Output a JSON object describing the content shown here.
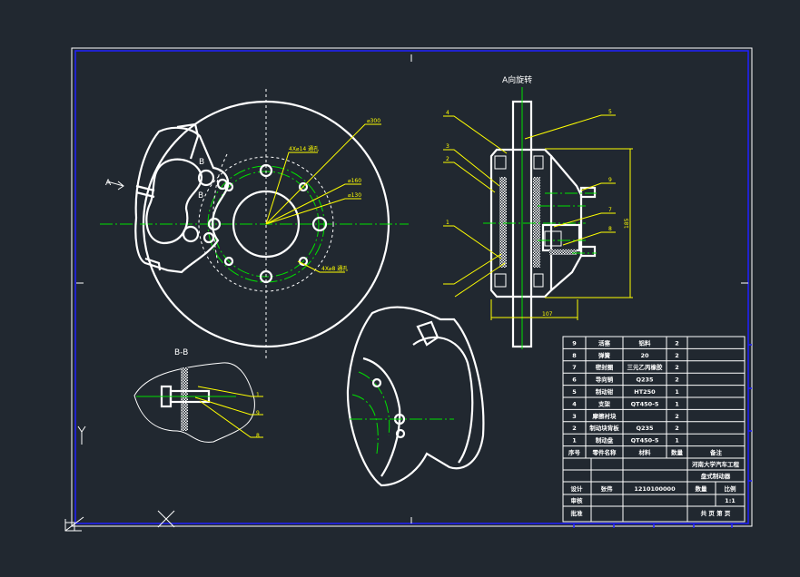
{
  "drawing": {
    "view_a_title": "A向旋转",
    "section_title": "B-B",
    "view_arrow_label": "A",
    "section_marks": [
      "B",
      "B"
    ],
    "disc_dims": {
      "outer": "⌀300",
      "bolt_holes": "4X⌀14 通孔",
      "pcd_160": "⌀160",
      "pcd_130": "⌀130",
      "small_holes": "4X⌀8 通孔"
    },
    "side_dims": {
      "height": "185",
      "width": "107"
    },
    "side_leaders": [
      "4",
      "3",
      "2",
      "1",
      "5",
      "9",
      "7",
      "8"
    ],
    "section_leaders": [
      "1",
      "9",
      "8"
    ]
  },
  "bom": {
    "rows": [
      {
        "no": "9",
        "name": "活塞",
        "material": "铝料",
        "qty": "2",
        "note": ""
      },
      {
        "no": "8",
        "name": "弹簧",
        "material": "20",
        "qty": "2",
        "note": ""
      },
      {
        "no": "7",
        "name": "密封圈",
        "material": "三元乙丙橡胶",
        "qty": "2",
        "note": ""
      },
      {
        "no": "6",
        "name": "导向销",
        "material": "Q235",
        "qty": "2",
        "note": ""
      },
      {
        "no": "5",
        "name": "制动钳",
        "material": "HT250",
        "qty": "1",
        "note": ""
      },
      {
        "no": "4",
        "name": "支架",
        "material": "QT450-5",
        "qty": "1",
        "note": ""
      },
      {
        "no": "3",
        "name": "摩擦衬块",
        "material": "",
        "qty": "2",
        "note": ""
      },
      {
        "no": "2",
        "name": "制动块背板",
        "material": "Q235",
        "qty": "2",
        "note": ""
      },
      {
        "no": "1",
        "name": "制动盘",
        "material": "QT450-5",
        "qty": "1",
        "note": ""
      }
    ],
    "header": {
      "no": "序号",
      "name": "零件名称",
      "material": "材料",
      "qty": "数量",
      "note": "备注"
    }
  },
  "title_block": {
    "school": "河南大学汽车工程",
    "title": "盘式制动器",
    "design_label": "设计",
    "designer": "张伟",
    "student_id": "1210100000",
    "qty_label": "数量",
    "scale_label": "比例",
    "scale": "1:1",
    "review_label": "审核",
    "approve_label": "批准",
    "sheet_label": "共 页 第 页"
  }
}
